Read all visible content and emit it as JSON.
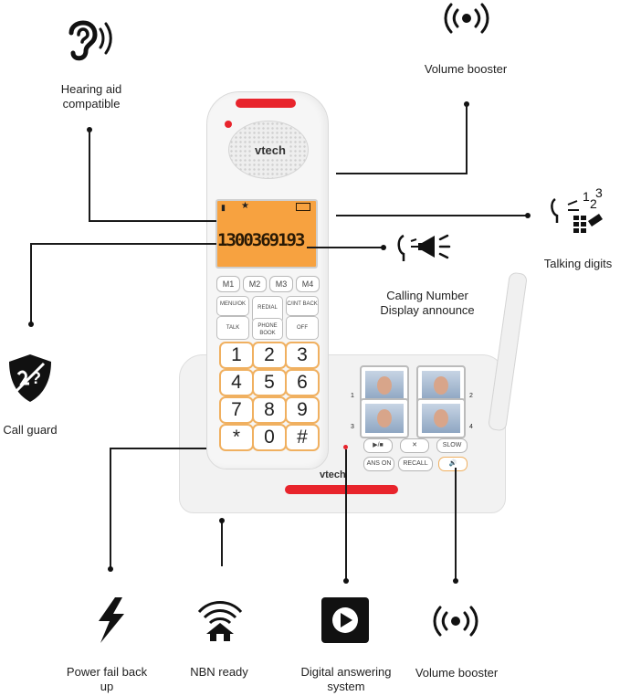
{
  "features": {
    "hearing_aid": "Hearing aid compatible",
    "volume_booster_top": "Volume booster",
    "talking_digits": "Talking digits",
    "calling_number": "Calling Number Display announce",
    "call_guard": "Call guard",
    "power_fail": "Power fail back up",
    "nbn": "NBN ready",
    "answering": "Digital answering system",
    "volume_booster_bottom": "Volume booster"
  },
  "phone": {
    "brand_handset": "vtech",
    "brand_base": "vtech",
    "display_number": "1300369193",
    "memory_keys": [
      "M1",
      "M2",
      "M3",
      "M4"
    ],
    "fn_keys": [
      "MENU/OK",
      "REDIAL",
      "C/INT BACK",
      "TALK",
      "PHONE BOOK",
      "OFF"
    ],
    "digit_keys": [
      "1",
      "2",
      "3",
      "4",
      "5",
      "6",
      "7",
      "8",
      "9",
      "*",
      "0",
      "#"
    ],
    "photo_slots": [
      "1",
      "2",
      "3",
      "4"
    ],
    "base_keys": [
      "▶/■",
      "✕",
      "SLOW",
      "ANS ON",
      "RECALL",
      "🔊"
    ]
  },
  "colors": {
    "lcd": "#f7a240",
    "accent_red": "#e8242c",
    "key_orange": "#f0b060"
  }
}
